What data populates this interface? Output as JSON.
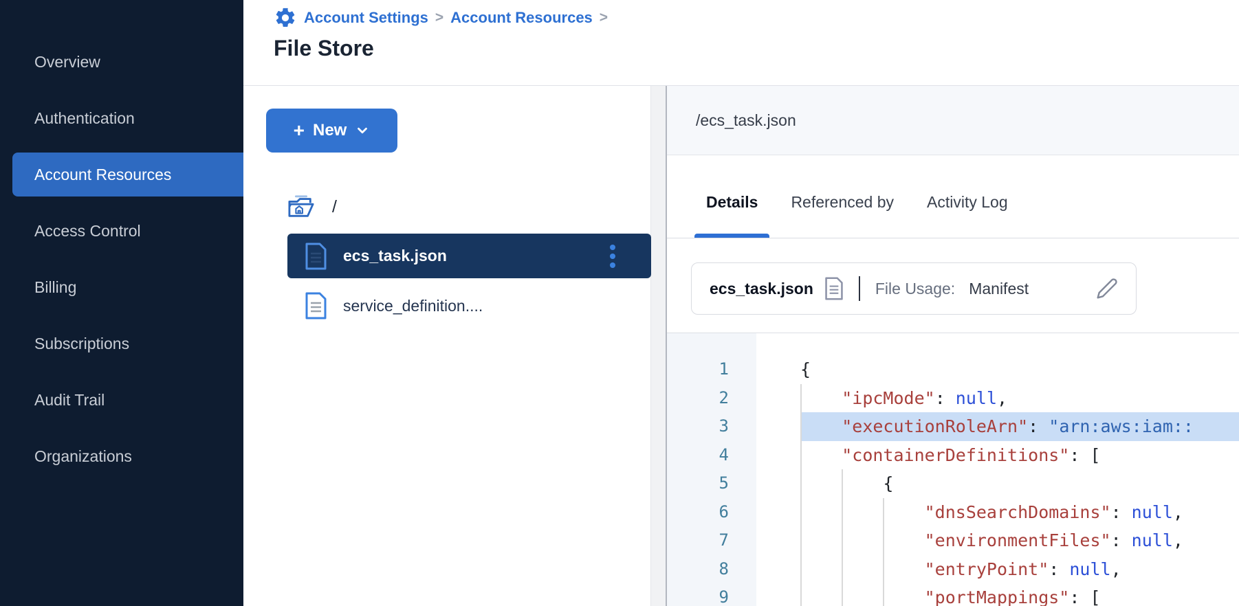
{
  "sidebar": {
    "items": [
      {
        "label": "Overview",
        "active": false
      },
      {
        "label": "Authentication",
        "active": false
      },
      {
        "label": "Account Resources",
        "active": true
      },
      {
        "label": "Access Control",
        "active": false
      },
      {
        "label": "Billing",
        "active": false
      },
      {
        "label": "Subscriptions",
        "active": false
      },
      {
        "label": "Audit Trail",
        "active": false
      },
      {
        "label": "Organizations",
        "active": false
      }
    ]
  },
  "breadcrumb": {
    "items": [
      "Account Settings",
      "Account Resources"
    ],
    "separator": ">"
  },
  "page": {
    "title": "File Store"
  },
  "filetree": {
    "new_button_label": "New",
    "new_button_plus": "+",
    "root_label": "/",
    "files": [
      {
        "name": "ecs_task.json",
        "selected": true
      },
      {
        "name": "service_definition....",
        "selected": false
      }
    ]
  },
  "detail": {
    "path": "/ecs_task.json",
    "tabs": [
      {
        "label": "Details",
        "active": true
      },
      {
        "label": "Referenced by",
        "active": false
      },
      {
        "label": "Activity Log",
        "active": false
      }
    ],
    "file_card": {
      "name": "ecs_task.json",
      "usage_label": "File Usage:",
      "usage_value": "Manifest"
    }
  },
  "code": {
    "language": "json",
    "highlighted_line": 3,
    "lines": [
      {
        "n": 1,
        "guides": 0,
        "highlight": false,
        "tokens": [
          {
            "t": "{",
            "c": "p"
          }
        ]
      },
      {
        "n": 2,
        "guides": 1,
        "highlight": false,
        "tokens": [
          {
            "t": "    ",
            "c": "p"
          },
          {
            "t": "\"ipcMode\"",
            "c": "k"
          },
          {
            "t": ": ",
            "c": "p"
          },
          {
            "t": "null",
            "c": "n"
          },
          {
            "t": ",",
            "c": "p"
          }
        ]
      },
      {
        "n": 3,
        "guides": 1,
        "highlight": true,
        "tokens": [
          {
            "t": "    ",
            "c": "p"
          },
          {
            "t": "\"executionRoleArn\"",
            "c": "k"
          },
          {
            "t": ": ",
            "c": "p"
          },
          {
            "t": "\"arn:aws:iam::",
            "c": "s"
          }
        ]
      },
      {
        "n": 4,
        "guides": 1,
        "highlight": false,
        "tokens": [
          {
            "t": "    ",
            "c": "p"
          },
          {
            "t": "\"containerDefinitions\"",
            "c": "k"
          },
          {
            "t": ": [",
            "c": "p"
          }
        ]
      },
      {
        "n": 5,
        "guides": 2,
        "highlight": false,
        "tokens": [
          {
            "t": "        {",
            "c": "p"
          }
        ]
      },
      {
        "n": 6,
        "guides": 3,
        "highlight": false,
        "tokens": [
          {
            "t": "            ",
            "c": "p"
          },
          {
            "t": "\"dnsSearchDomains\"",
            "c": "k"
          },
          {
            "t": ": ",
            "c": "p"
          },
          {
            "t": "null",
            "c": "n"
          },
          {
            "t": ",",
            "c": "p"
          }
        ]
      },
      {
        "n": 7,
        "guides": 3,
        "highlight": false,
        "tokens": [
          {
            "t": "            ",
            "c": "p"
          },
          {
            "t": "\"environmentFiles\"",
            "c": "k"
          },
          {
            "t": ": ",
            "c": "p"
          },
          {
            "t": "null",
            "c": "n"
          },
          {
            "t": ",",
            "c": "p"
          }
        ]
      },
      {
        "n": 8,
        "guides": 3,
        "highlight": false,
        "tokens": [
          {
            "t": "            ",
            "c": "p"
          },
          {
            "t": "\"entryPoint\"",
            "c": "k"
          },
          {
            "t": ": ",
            "c": "p"
          },
          {
            "t": "null",
            "c": "n"
          },
          {
            "t": ",",
            "c": "p"
          }
        ]
      },
      {
        "n": 9,
        "guides": 3,
        "highlight": false,
        "tokens": [
          {
            "t": "            ",
            "c": "p"
          },
          {
            "t": "\"portMappings\"",
            "c": "k"
          },
          {
            "t": ": [",
            "c": "p"
          }
        ]
      }
    ]
  },
  "colors": {
    "sidebar_bg": "#0e1c30",
    "accent_blue": "#2e6ac1",
    "button_blue": "#3273d0",
    "link_blue": "#2e70d2",
    "selected_row_bg": "#17365f",
    "tab_underline": "#2e6fd4",
    "line_highlight": "#c9ddf6",
    "code_key": "#a8403c",
    "code_null": "#2c4fd7",
    "code_string": "#2f63b0",
    "line_number": "#417e9c"
  }
}
